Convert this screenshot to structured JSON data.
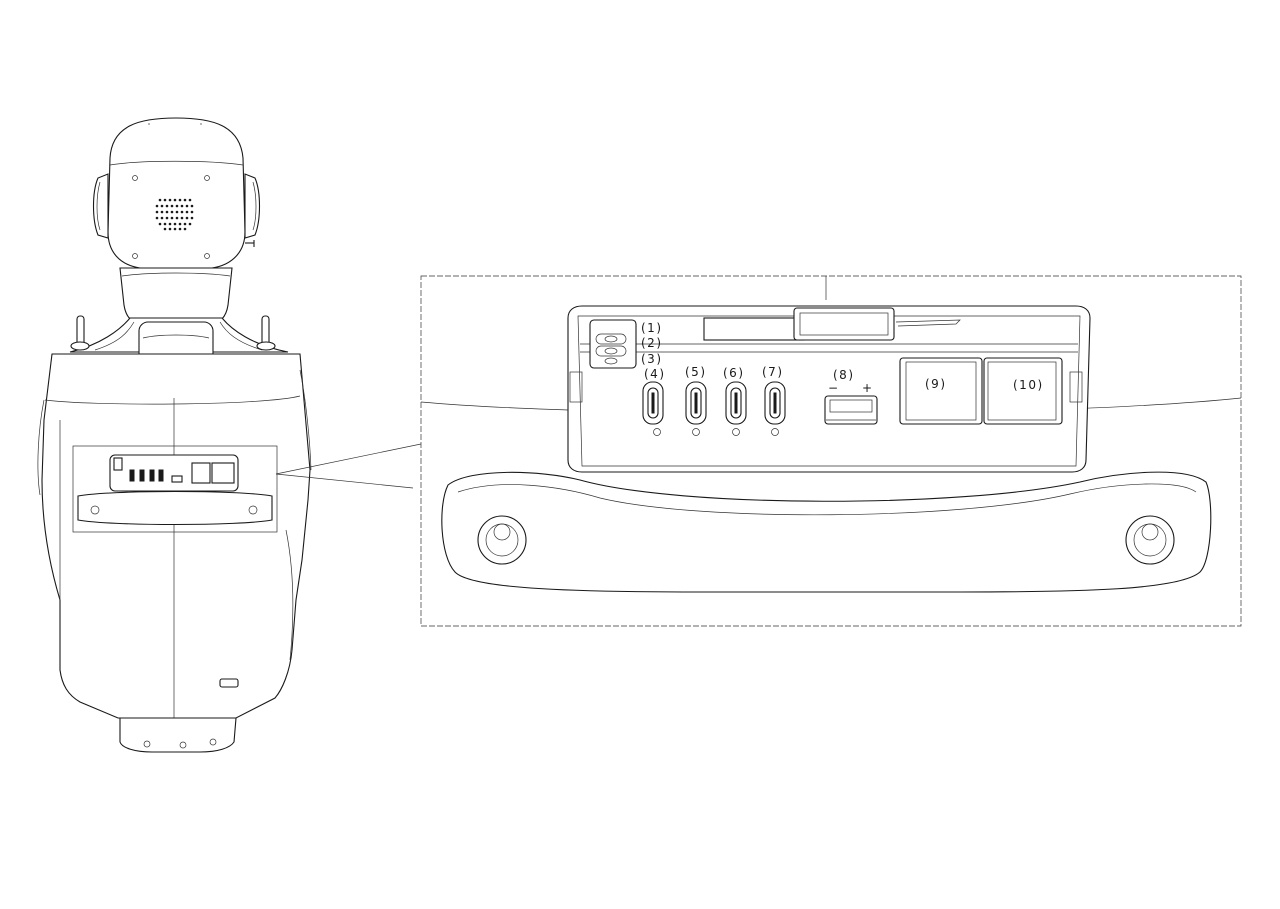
{
  "colors": {
    "line": "#1a1a1a",
    "background": "#ffffff"
  },
  "callouts": {
    "c1": "(1)",
    "c2": "(2)",
    "c3": "(3)",
    "c4": "(4)",
    "c5": "(5)",
    "c6": "(6)",
    "c7": "(7)",
    "c8": "(8)",
    "c9": "(9)",
    "c10": "(10)"
  },
  "polarity": {
    "minus": "−",
    "plus": "+"
  }
}
